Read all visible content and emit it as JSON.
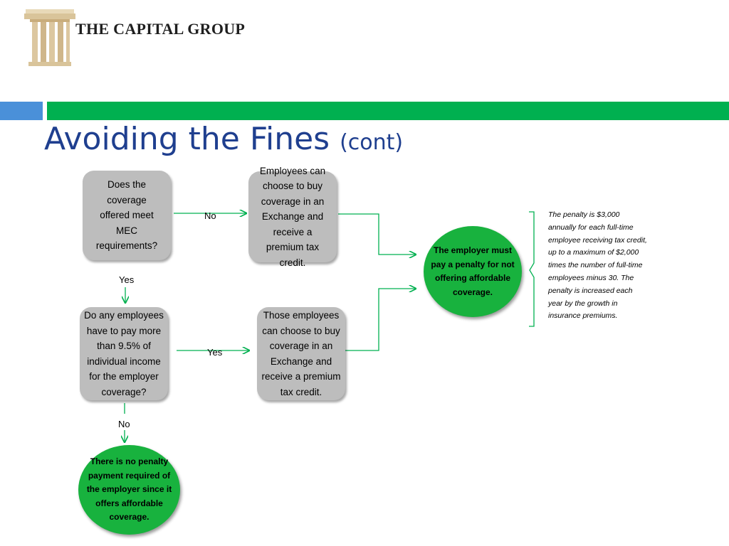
{
  "header": {
    "brand": "THE CAPITAL GROUP",
    "logo_icon": "column-pillar-icon"
  },
  "colors": {
    "accent_blue": "#4a90d9",
    "accent_green": "#00b050",
    "title_blue": "#1f3f8f",
    "box_gray": "#bdbdbd",
    "circle_green": "#18b23e",
    "arrow_green": "#00b050"
  },
  "slide": {
    "title": "Avoiding the Fines",
    "title_suffix": "(cont)"
  },
  "flow": {
    "q1": "Does the coverage offered meet MEC requirements?",
    "q1_no_label": "No",
    "q1_yes_label": "Yes",
    "outcome1": "Employees can choose to buy coverage in an Exchange and receive a premium tax credit.",
    "q2": "Do any employees have to pay more than 9.5% of individual income for the employer coverage?",
    "q2_yes_label": "Yes",
    "q2_no_label": "No",
    "outcome2": "Those employees can choose to buy coverage in an Exchange and receive a premium tax credit.",
    "penalty": "The employer must pay a penalty for not offering affordable coverage.",
    "no_penalty": "There is no penalty payment required of the employer since it offers affordable coverage.",
    "penalty_note": "The penalty is $3,000 annually for each full-time employee receiving tax credit, up to a maximum of $2,000 times the number of full-time employees minus 30.  The penalty is increased each year by the growth in insurance premiums."
  }
}
